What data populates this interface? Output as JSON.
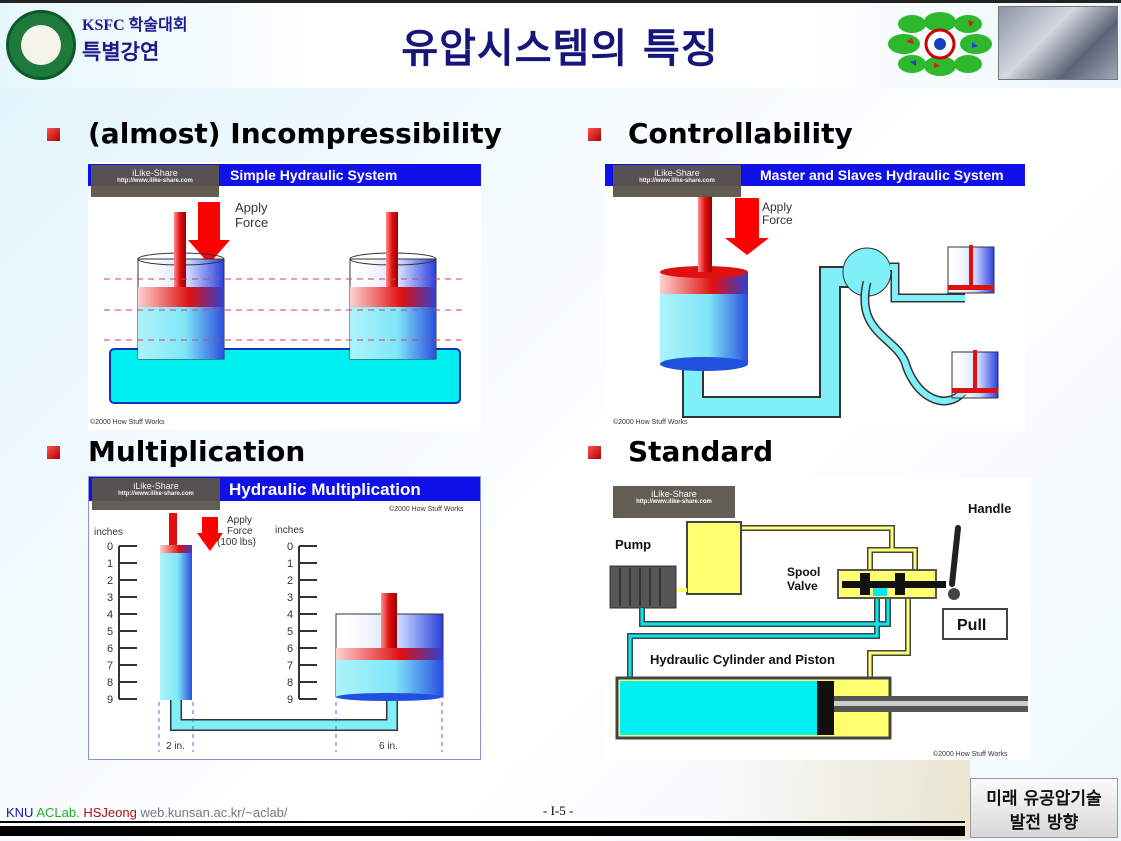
{
  "header": {
    "conference": "KSFC 학술대회",
    "subtitle": "특별강연",
    "title": "유압시스템의 특징"
  },
  "sections": [
    {
      "bullet": "(almost) Incompressibility",
      "diagram": {
        "title": "Simple Hydraulic System",
        "labels": [
          "Apply",
          "Force"
        ],
        "copyright": "©2000 How Stuff Works"
      }
    },
    {
      "bullet": "Controllability",
      "diagram": {
        "title": "Master and Slaves Hydraulic System",
        "labels": [
          "Apply",
          "Force"
        ],
        "copyright": "©2000 How Stuff Works"
      }
    },
    {
      "bullet": "Multiplication",
      "diagram": {
        "title": "Hydraulic Multiplication",
        "labels": [
          "Apply",
          "Force",
          "(100 lbs)"
        ],
        "axis_label": "inches",
        "ticks": [
          "0",
          "1",
          "2",
          "3",
          "4",
          "5",
          "6",
          "7",
          "8",
          "9"
        ],
        "widths": [
          "2 in.",
          "6 in."
        ],
        "copyright": "©2000 How Stuff Works"
      }
    },
    {
      "bullet": "Standard",
      "diagram": {
        "labels": {
          "pump": "Pump",
          "spool1": "Spool",
          "spool2": "Valve",
          "handle": "Handle",
          "pull": "Pull",
          "cylinder": "Hydraulic Cylinder and Piston"
        },
        "copyright": "©2000 How Stuff Works"
      }
    }
  ],
  "watermark": {
    "name": "iLike-Share",
    "url": "http://www.ilike-share.com"
  },
  "footer": {
    "knu": "KNU",
    "aclab": "ACLab.",
    "author": "HSJeong",
    "url": "web.kunsan.ac.kr/~aclab/",
    "page": "- I-5 -",
    "box_line1": "미래 유공압기술",
    "box_line2": "발전 방향"
  }
}
